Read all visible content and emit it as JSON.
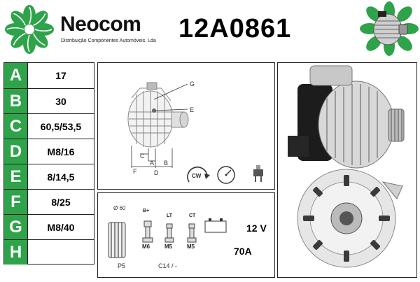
{
  "header": {
    "brand": "Neocom",
    "brand_subtitle": "Distribuição Componentes Automóveis, Lda",
    "part_number": "12A0861",
    "brand_color": "#2ea34a"
  },
  "spec_table": {
    "rows": [
      {
        "letter": "A",
        "value": "17"
      },
      {
        "letter": "B",
        "value": "30"
      },
      {
        "letter": "C",
        "value": "60,5/53,5"
      },
      {
        "letter": "D",
        "value": "M8/16"
      },
      {
        "letter": "E",
        "value": "8/14,5"
      },
      {
        "letter": "F",
        "value": "8/25"
      },
      {
        "letter": "G",
        "value": "M8/40"
      },
      {
        "letter": "H",
        "value": ""
      }
    ]
  },
  "diagram": {
    "labels": [
      "G",
      "E",
      "C",
      "A",
      "B",
      "F",
      "D"
    ],
    "rotation_label": "CW"
  },
  "specs": {
    "diameter": "Ø 60",
    "terminals": [
      {
        "top": "B+",
        "bottom": "M6"
      },
      {
        "top": "LT",
        "bottom": "M5"
      },
      {
        "top": "CT",
        "bottom": "M5"
      }
    ],
    "voltage": "12 V",
    "amperage": "70A",
    "pulley": "P5",
    "connector": "C14 / -"
  },
  "icons": [
    "neocom-logo-icon",
    "alternator-thumbnail-icon",
    "rotation-cw-icon",
    "gauge-icon",
    "plug-icon",
    "battery-icon",
    "pulley-icon",
    "bolt-icon"
  ]
}
